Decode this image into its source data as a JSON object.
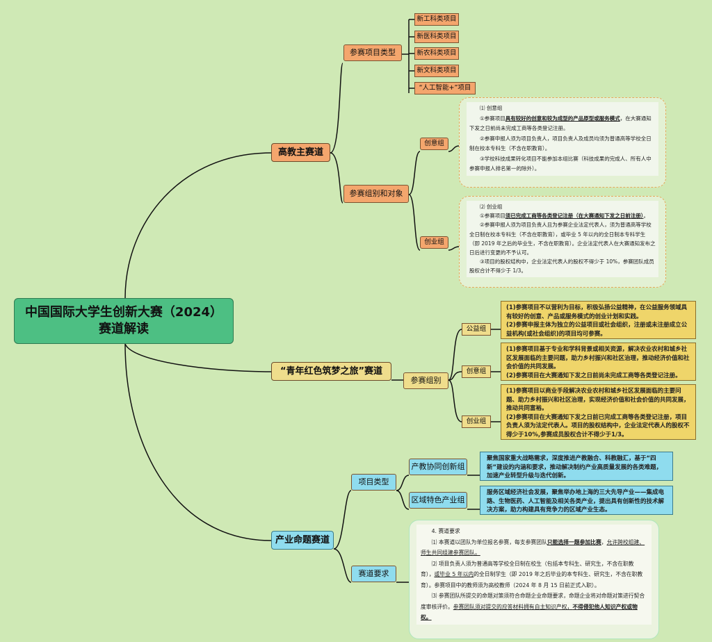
{
  "root": {
    "line1": "中国国际大学生创新大赛（2024）",
    "line2": "赛道解读"
  },
  "higher_ed": {
    "label": "高教主赛道",
    "types_label": "参赛项目类型",
    "types": [
      "新工科类项目",
      "新医科类项目",
      "新农科类项目",
      "新文科类项目",
      "“人工智能+”项目"
    ],
    "groups_label": "参赛组别和对象",
    "creative": {
      "label": "创意组",
      "title": "⑴ 创意组",
      "p1_a": "①参赛项目",
      "p1_b": "具有较好的创意和较为成型的产品原型或服务模式",
      "p1_c": "，在大赛通知下发之日前尚未完成工商等各类登记注册。",
      "p2": "②参赛申报人须为项目负责人，项目负责人及成员均须为普通高等学校全日制在校本专科生（不含在职教育）。",
      "p3": "③学校科技成果转化项目不能参加本组比赛（科技成果的完成人、所有人中参赛申报人排名第一的除外）。"
    },
    "startup": {
      "label": "创业组",
      "title": "⑵ 创业组",
      "p1_a": "①参赛项目",
      "p1_b": "须已完成工商等各类登记注册（在大赛通知下发之日前注册）",
      "p1_c": "。",
      "p2": "②参赛申报人须为项目负责人且为参赛企业法定代表人，须为普通高等学校全日制在校本专科生（不含在职教育），或毕业 5 年以内的全日制本专科学生（即 2019 年之后的毕业生，不含在职教育）。企业法定代表人在大赛通知发布之日后进行变更的不予认可。",
      "p3": "③项目的股权结构中，企业法定代表人的股权不得少于 10%，参赛团队成员股权合计不得少于 1/3。"
    }
  },
  "youth": {
    "label": "“青年红色筑梦之旅”赛道",
    "group_label": "参赛组别",
    "public": {
      "label": "公益组",
      "lines": [
        "(1)参赛项目不以营利为目标，积极弘扬公益精神，在公益服务领域具有较好的创意、产品或服务模式的创业计划和实践。",
        "(2)参赛申报主体为独立的公益项目或社会组织，注册或未注册成立公益机构(或社会组织)的项目均可参赛。"
      ]
    },
    "creative": {
      "label": "创意组",
      "lines": [
        "(1)参赛项目基于专业和学科背景或相关资源，解决农业农村和城乡社区发展面临的主要问题，助力乡村振兴和社区治理，推动经济价值和社会价值的共同发展。",
        "(2)参赛项目在大赛通知下发之日前尚未完成工商等各类登记注册。"
      ]
    },
    "startup": {
      "label": "创业组",
      "lines": [
        "(1)参赛项目以商业手段解决农业农村和城乡社区发展面临的主要问题、助力乡村振兴和社区治理，实现经济价值和社会价值的共同发展，推动共同富裕。",
        "(2)参赛项目在大赛通知下发之日前已完成工商等各类登记注册，项目负责人须为法定代表人。项目的股权结构中，企业法定代表人的股权不得少于10%,参赛成员股权合计不得少于1/3。"
      ]
    }
  },
  "industry": {
    "label": "产业命题赛道",
    "types_label": "项目类型",
    "collab": {
      "label": "产教协同创新组",
      "text": "聚焦国家重大战略需求，深度推进产教融合、科教融汇，基于“四新”建设的内涵和要求，推动解决制约产业高质量发展的各类难题，加速产业转型升级与迭代创新。"
    },
    "regional": {
      "label": "区域特色产业组",
      "text": "服务区域经济社会发展，聚焦举办地上海的三大先导产业——集成电路、生物医药、人工智能及相关各类产业，提出具有创新性的技术解决方案，助力构建具有竞争力的区域产业生态。"
    },
    "req_label": "赛道要求",
    "req": {
      "title": "4. 赛道要求",
      "p1_a": "⑴ 本赛道以团队为单位报名参赛，每支参赛团队",
      "p1_b": "只能选择一题参加比赛",
      "p1_c": "，",
      "p1_d": "允许跨校组建、师生共同组建参赛团队。",
      "p2_a": "⑵ 项目负责人须为普通高等学校全日制在校生（包括本专科生、研究生，不含在职教育），",
      "p2_b": "或毕业 5 年以内",
      "p2_c": "的全日制学生（即 2019 年之后毕业的本专科生、研究生，不含在职教育）。参赛项目中的教师须为高校教师（2024 年 8 月 15 日前正式入职）。",
      "p3_a": "⑶ 参赛团队所提交的命题对策须符合命题企业命题要求，命题企业将对命题对策进行契合度审核评价。",
      "p3_b": "参赛团队须对提交的应答材料拥有自主知识产权，",
      "p3_c": "不得侵犯他人知识产权或物权。"
    }
  },
  "colors": {
    "background": "#cfe9b5",
    "root": "#4dbf83",
    "orange": "#f4a66d",
    "yellow": "#efdd8c",
    "cyan": "#8fdcee",
    "line": "#111111"
  }
}
